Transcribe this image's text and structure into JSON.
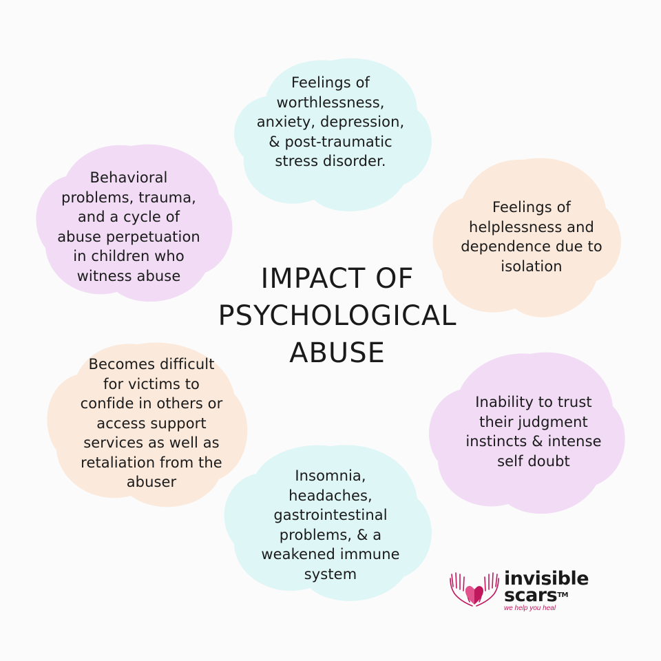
{
  "title": "IMPACT OF\nPSYCHOLOGICAL\nABUSE",
  "bubbles": [
    {
      "text": "Feelings of\nworthlessness,\nanxiety, depression,\n& post-traumatic\nstress disorder.",
      "color": "#dff6f6"
    },
    {
      "text": "Feelings of\nhelplessness and\ndependence due to\nisolation",
      "color": "#fbeadc"
    },
    {
      "text": "Inability to trust\ntheir judgment\ninstincts & intense\nself doubt",
      "color": "#f1dbf5"
    },
    {
      "text": "Insomnia,\nheadaches,\ngastrointestinal\nproblems, & a\nweakened immune\nsystem",
      "color": "#dff6f6"
    },
    {
      "text": "Becomes difficult\nfor victims to\nconfide in others or\naccess support\nservices as well as\nretaliation from the\nabuser",
      "color": "#fbeadc"
    },
    {
      "text": "Behavioral\nproblems, trauma,\nand a cycle of\nabuse perpetuation\nin children who\nwitness abuse",
      "color": "#f1dbf5"
    }
  ],
  "logo": {
    "line1": "invisible",
    "line2": "scars",
    "trademark": "TM",
    "tagline": "we help you heal",
    "icon": "hands-heart-icon",
    "accent": "#c0185d"
  }
}
